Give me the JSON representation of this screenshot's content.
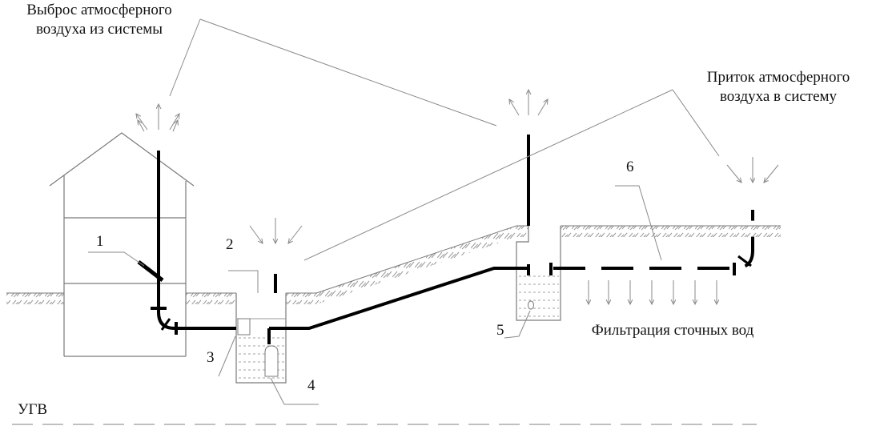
{
  "labels": {
    "exhaust_line1": "Выброс атмосферного",
    "exhaust_line2": "воздуха из системы",
    "inflow_line1": "Приток атмосферного",
    "inflow_line2": "воздуха в систему",
    "filtration": "Фильтрация сточных вод",
    "groundwater": "УГВ"
  },
  "callouts": {
    "n1": "1",
    "n2": "2",
    "n3": "3",
    "n4": "4",
    "n5": "5",
    "n6": "6"
  },
  "colors": {
    "pipe": "#000000",
    "line": "#8a8a8a",
    "hatch": "#9a9a9a",
    "water": "#a0a0a0",
    "text": "#111111"
  }
}
